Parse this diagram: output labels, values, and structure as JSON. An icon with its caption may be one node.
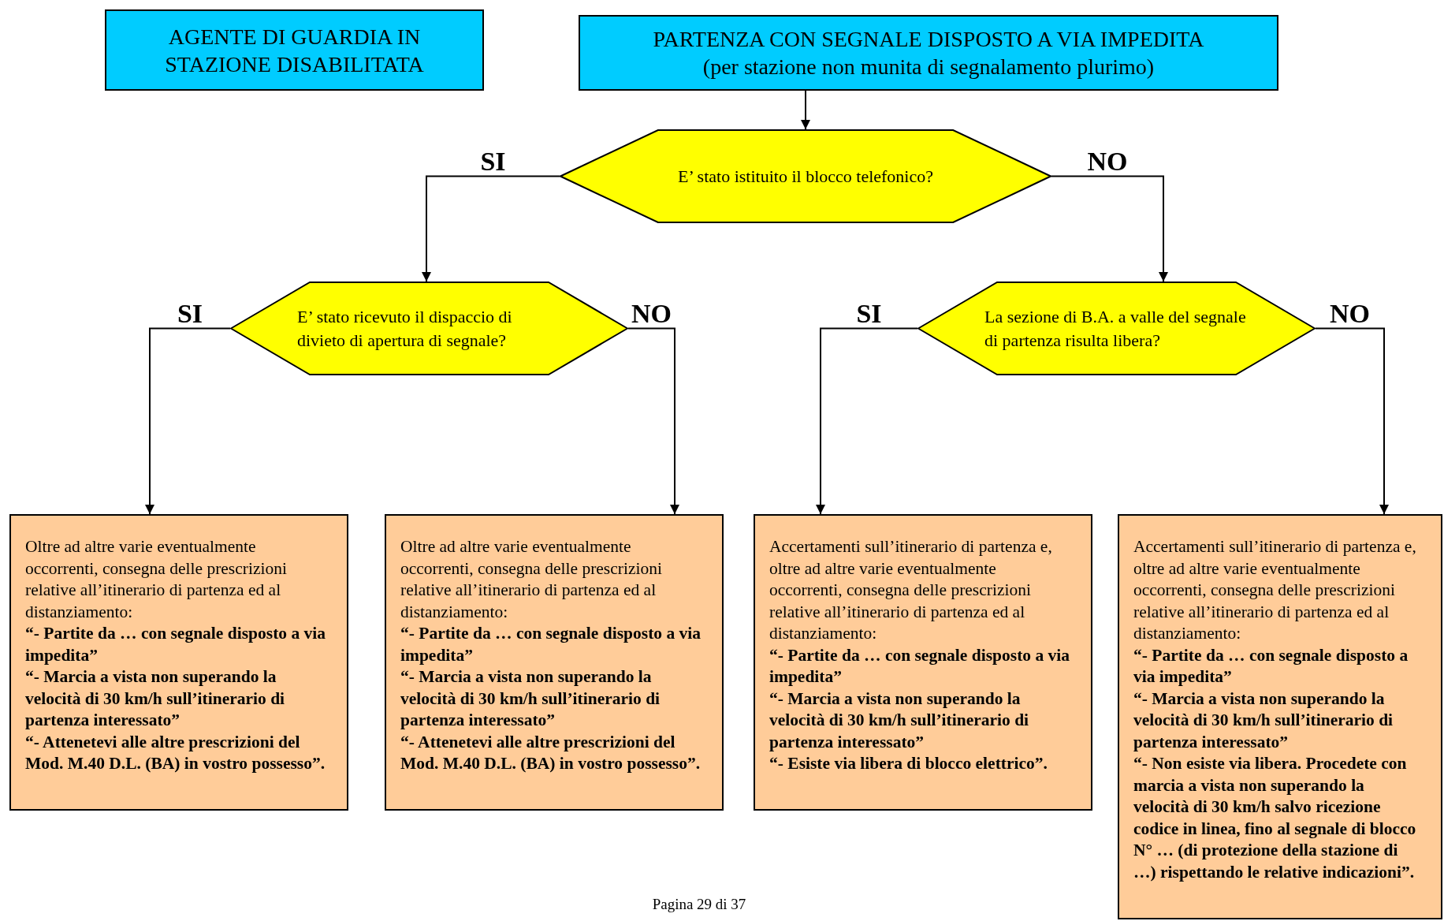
{
  "diagram": {
    "nodes": [
      {
        "text": [
          "AGENTE DI GUARDIA IN STAZIONE DISABILITATA"
        ]
      },
      {
        "text": [
          "PARTENZA CON SEGNALE DISPOSTO A VIA IMPEDITA",
          "(per stazione non munita di segnalamento plurimo)"
        ]
      },
      {
        "text": [
          "E’ stato istituito il blocco telefonico?"
        ]
      },
      {
        "text": [
          "E’ stato ricevuto il dispaccio di divieto di apertura di segnale?"
        ]
      },
      {
        "text": [
          "La sezione di B.A. a valle del segnale di partenza risulta libera?"
        ]
      },
      {
        "text": [
          "Oltre ad altre varie eventualmente occorrenti, consegna delle prescrizioni relative all’itinerario di partenza ed al distanziamento:",
          "“- Partite da … con segnale disposto a via impedita”",
          "“- Marcia a vista non superando la velocità di 30 km/h sull’itinerario di partenza interessato”",
          "“- Attenetevi alle altre prescrizioni del Mod. M.40 D.L. (BA) in vostro possesso”."
        ]
      },
      {
        "text": [
          "Oltre ad altre varie eventualmente occorrenti, consegna delle prescrizioni relative all’itinerario di partenza ed al distanziamento:",
          "“- Partite da … con segnale disposto a via impedita”",
          "“- Marcia a vista non superando la velocità di 30 km/h sull’itinerario di partenza interessato”",
          "“- Attenetevi alle altre prescrizioni del Mod. M.40 D.L. (BA) in vostro possesso”."
        ]
      },
      {
        "text": [
          "Accertamenti sull’itinerario di partenza e, oltre ad altre varie eventualmente occorrenti, consegna delle prescrizioni relative all’itinerario di partenza ed al distanziamento:",
          "“- Partite da … con segnale disposto a via impedita”",
          "“- Marcia a vista non superando la velocità di 30 km/h sull’itinerario di partenza interessato”",
          "“- Esiste via libera di blocco elettrico”."
        ]
      },
      {
        "text": [
          "Accertamenti sull’itinerario di partenza e, oltre ad altre varie eventualmente occorrenti, consegna delle prescrizioni relative all’itinerario di partenza ed al distanziamento:",
          "“- Partite da … con segnale disposto a via impedita”",
          "“- Marcia a vista non superando la velocità di 30 km/h sull’itinerario di partenza interessato”",
          "“- Non esiste via libera. Procedete con marcia a vista non superando la velocità di 30 km/h salvo ricezione codice in linea, fino al segnale di blocco N° … (di protezione della stazione di …) rispettando le relative indicazioni”."
        ]
      }
    ],
    "edges": [
      {
        "from": 1,
        "to": 2,
        "arrow": "to"
      },
      {
        "from": 2,
        "to": 3,
        "arrow": "to",
        "label": "SI"
      },
      {
        "from": 2,
        "to": 4,
        "arrow": "to",
        "label": "NO"
      },
      {
        "from": 3,
        "to": 5,
        "arrow": "to",
        "label": "SI"
      },
      {
        "from": 3,
        "to": 6,
        "arrow": "to",
        "label": "NO"
      },
      {
        "from": 4,
        "to": 7,
        "arrow": "to",
        "label": "SI"
      },
      {
        "from": 4,
        "to": 8,
        "arrow": "to",
        "label": "NO"
      }
    ],
    "labels": [
      "Pagina 29 di 37"
    ]
  }
}
